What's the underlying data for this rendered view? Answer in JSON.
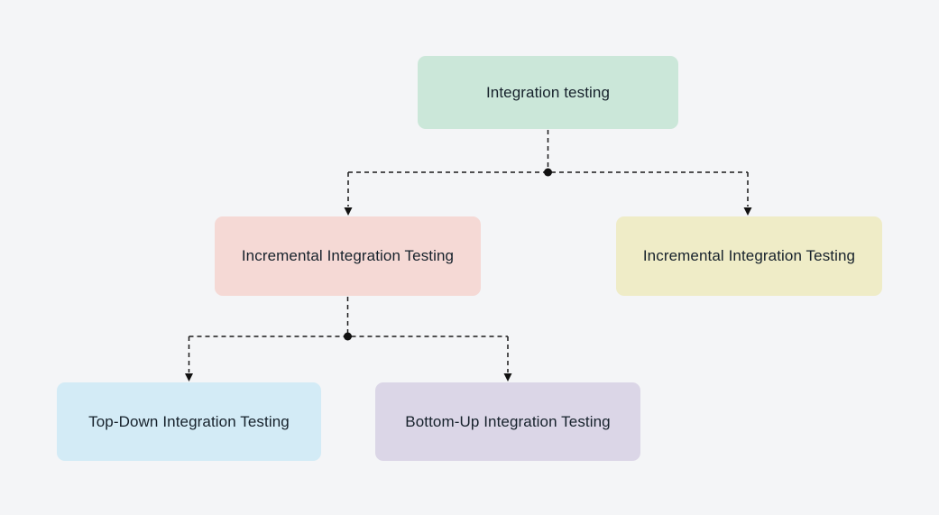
{
  "diagram": {
    "background_color": "#f4f5f7",
    "connector_color": "#1a1a1a",
    "text_color": "#16212b",
    "nodes": {
      "root": {
        "label": "Integration testing",
        "color": "#cbe7d9"
      },
      "incremental_left": {
        "label": "Incremental Integration Testing",
        "color": "#f5d9d5"
      },
      "incremental_right": {
        "label": "Incremental Integration Testing",
        "color": "#efecc7"
      },
      "top_down": {
        "label": "Top-Down Integration Testing",
        "color": "#d3ebf6"
      },
      "bottom_up": {
        "label": "Bottom-Up Integration Testing",
        "color": "#dbd6e7"
      }
    }
  }
}
